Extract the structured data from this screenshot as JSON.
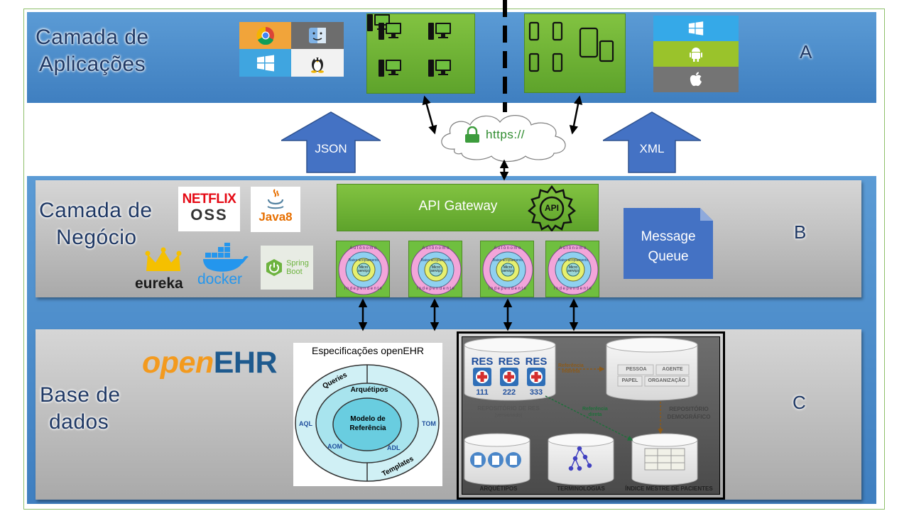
{
  "layer_a": {
    "title_line1": "Camada de",
    "title_line2": "Aplicações",
    "letter": "A"
  },
  "layer_b": {
    "title_line1": "Camada de",
    "title_line2": "Negócio",
    "letter": "B"
  },
  "layer_c": {
    "title_line1": "Base de",
    "title_line2": "dados",
    "letter": "C"
  },
  "arrows": {
    "left": "JSON",
    "right": "XML"
  },
  "cloud": {
    "label": "https://"
  },
  "gateway": {
    "label": "API Gateway",
    "badge": "API"
  },
  "queue": {
    "line1": "Message",
    "line2": "Queue"
  },
  "logos": {
    "netflix_1": "NETFLIX",
    "netflix_2": "OSS",
    "java": "Java",
    "java_ver": "8",
    "eureka": "eureka",
    "docker": "docker",
    "spring_1": "Spring",
    "spring_2": "Boot",
    "openehr_1": "open",
    "openehr_2": "EHR"
  },
  "spec": {
    "title": "Especificações openEHR",
    "core_1": "Modelo de",
    "core_2": "Referência",
    "ring1": "Arquétipos",
    "queries": "Queries",
    "templates": "Templates",
    "aql": "AQL",
    "tom": "TOM",
    "aom": "AOM",
    "adl": "ADL"
  },
  "repo": {
    "res": "RES",
    "ids": [
      "111",
      "222",
      "333"
    ],
    "res_repo_1": "REPOSITÓRIO DE RES",
    "res_repo_2": "(versionado)",
    "ref_indirect_1": "Referência",
    "ref_indirect_2": "indireta",
    "ref_direct_1": "Referência",
    "ref_direct_2": "direta",
    "demo_cells": [
      "PESSOA",
      "AGENTE",
      "PAPEL",
      "ORGANIZAÇÃO"
    ],
    "demo_1": "REPOSITÓRIO",
    "demo_2": "DEMOGRÁFICO",
    "archetypes": "ARQUÉTIPOS",
    "terminologies": "TERMINOLOGIAS",
    "index": "ÍNDICE MESTRE DE PACIENTES"
  },
  "micro": {
    "top": "Autônomo",
    "bottom": "Independente",
    "mid": "Baixo acoplamento",
    "center_1": "Micro",
    "center_2": "serviço"
  }
}
